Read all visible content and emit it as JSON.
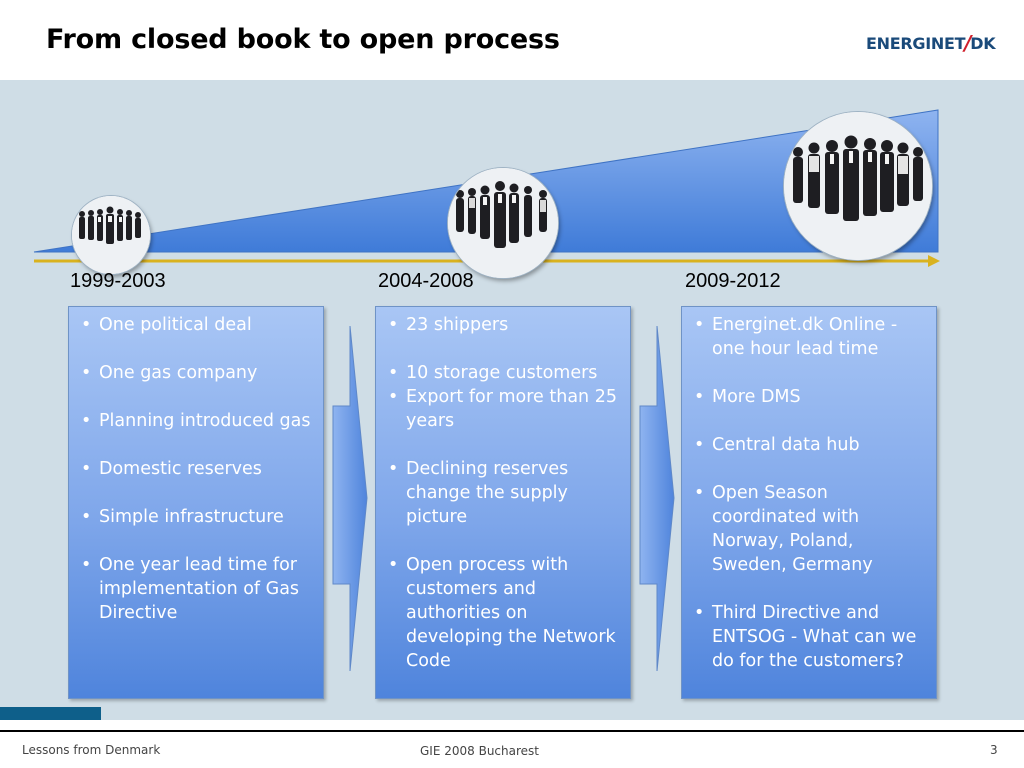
{
  "slide": {
    "title": "From closed book to open process",
    "logo": {
      "part1": "ENERGINET",
      "part2": "DK"
    },
    "colors": {
      "band": "#cfdde6",
      "wedge": "#4a86e0",
      "timeline": "#d9b21f",
      "panel_text": "#ffffff",
      "footer_accent": "#0e5f8a"
    }
  },
  "timeline": {
    "periods": [
      {
        "year": "1999-2003",
        "items": [
          "One political deal",
          "One gas company",
          "Planning introduced gas",
          "Domestic reserves",
          "Simple infrastructure",
          "One year lead time for implementation of Gas Directive"
        ]
      },
      {
        "year": "2004-2008",
        "items": [
          "23 shippers",
          "10 storage customers",
          "Export for more than 25 years",
          "Declining reserves change the supply picture",
          "Open process with customers and authorities on developing the Network Code"
        ]
      },
      {
        "year": "2009-2012",
        "items": [
          "Energinet.dk Online - one hour lead time",
          "More DMS",
          "Central data hub",
          "Open Season coordinated with Norway, Poland, Sweden, Germany",
          "Third Directive and ENTSOG - What can we do for the customers?"
        ]
      }
    ]
  },
  "footer": {
    "left": "Lessons from Denmark",
    "center": "GIE 2008 Bucharest",
    "page": "3"
  }
}
